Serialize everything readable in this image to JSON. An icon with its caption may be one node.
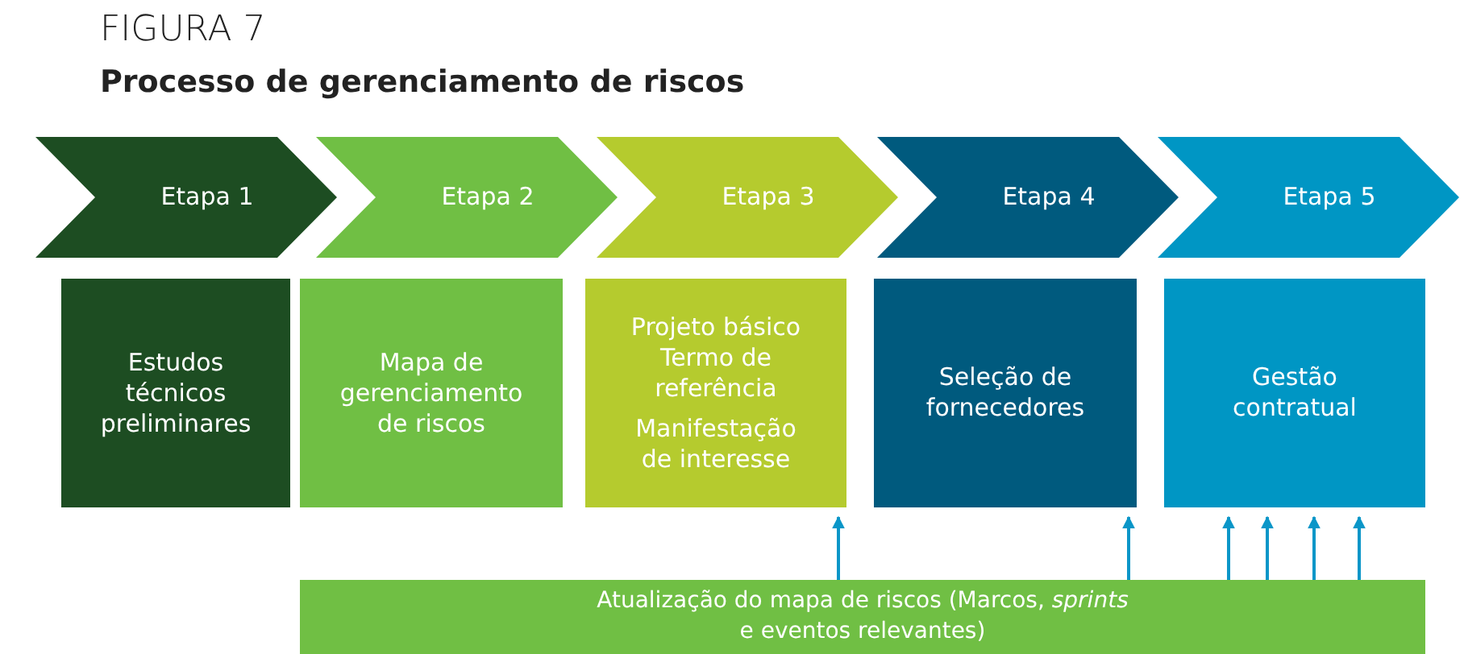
{
  "diagram": {
    "title": "FIGURA 7",
    "nodes": [
      {
        "text": [
          "Etapa 1"
        ]
      },
      {
        "text": [
          "Etapa 2"
        ]
      },
      {
        "text": [
          "Etapa 3"
        ]
      },
      {
        "text": [
          "Etapa 4"
        ]
      },
      {
        "text": [
          "Etapa 5"
        ]
      },
      {
        "text": [
          "Estudos técnicos preliminares"
        ]
      },
      {
        "text": [
          "Mapa de gerenciamento de riscos"
        ]
      },
      {
        "text": [
          "Projeto básico Termo de referência",
          "Manifestação de interesse"
        ]
      },
      {
        "text": [
          "Seleção de fornecedores"
        ]
      },
      {
        "text": [
          "Gestão contratual"
        ]
      },
      {
        "text": [
          "Atualização do mapa de riscos (Marcos, *sprints* e eventos relevantes)"
        ]
      }
    ],
    "edges": [
      {
        "from": 10,
        "to": 7,
        "arrow": "to"
      },
      {
        "from": 10,
        "to": 8,
        "arrow": "to"
      },
      {
        "from": 10,
        "to": 9,
        "arrow": "to"
      },
      {
        "from": 10,
        "to": 9,
        "arrow": "to"
      },
      {
        "from": 10,
        "to": 9,
        "arrow": "to"
      },
      {
        "from": 10,
        "to": 9,
        "arrow": "to"
      }
    ],
    "labels": [
      "Processo de gerenciamento de riscos"
    ]
  }
}
